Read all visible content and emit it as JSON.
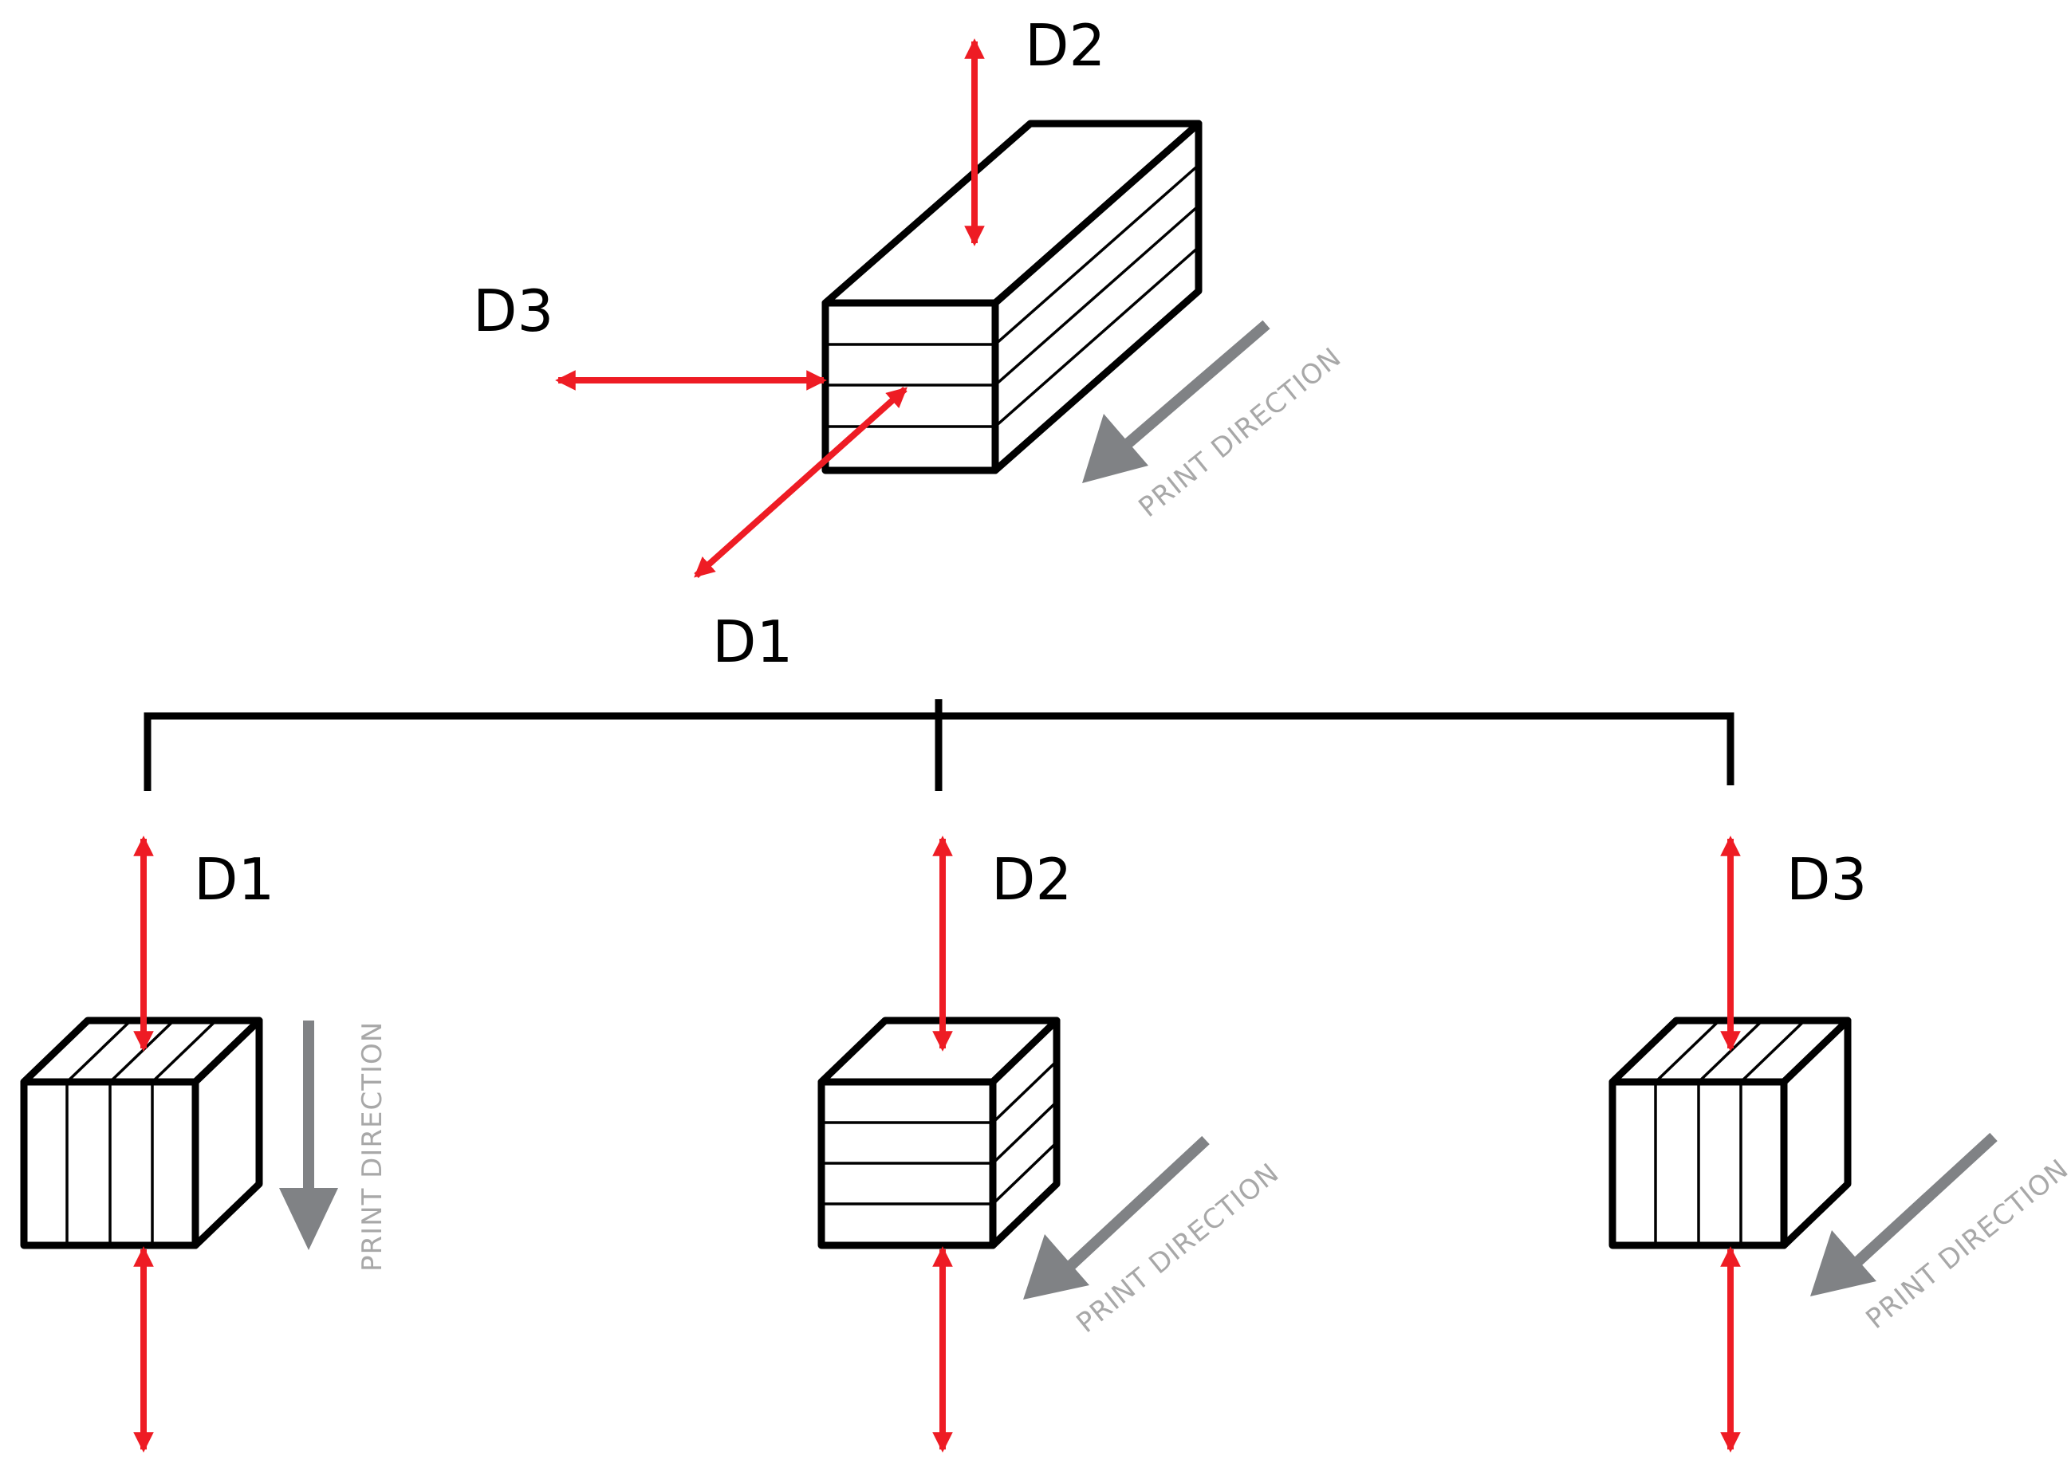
{
  "diagram": {
    "top_block": {
      "labels": {
        "d1": "D1",
        "d2": "D2",
        "d3": "D3"
      },
      "print_direction": "PRINT DIRECTION"
    },
    "samples": [
      {
        "label": "D1",
        "print_direction": "PRINT DIRECTION"
      },
      {
        "label": "D2",
        "print_direction": "PRINT DIRECTION"
      },
      {
        "label": "D3",
        "print_direction": "PRINT DIRECTION"
      }
    ],
    "colors": {
      "force_arrow": "#ee1c24",
      "print_arrow": "#808285",
      "print_text": "#a8a8a8",
      "outline": "#000000"
    }
  }
}
